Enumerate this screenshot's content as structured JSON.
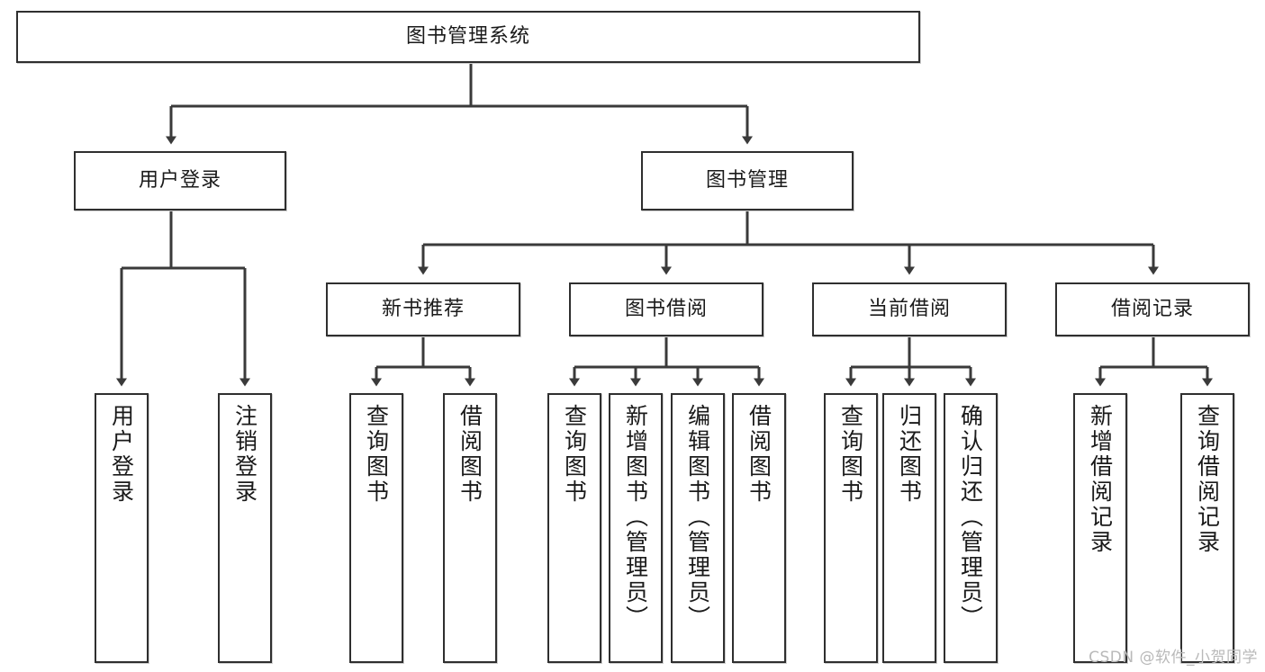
{
  "diagram": {
    "type": "tree-hierarchy",
    "title": "图书管理系统",
    "orientation": "top-down",
    "watermark": "CSDN @软件_小贺同学",
    "colors": {
      "box_border": "#2f2f2f",
      "box_fill": "#ffffff",
      "edge": "#3a3a3a",
      "text": "#1a1a1a",
      "watermark": "#b9b9b9"
    },
    "nodes": {
      "root": {
        "label": "图书管理系统",
        "level": 0
      },
      "level1": [
        {
          "id": "user-login",
          "label": "用户登录"
        },
        {
          "id": "book-manage",
          "label": "图书管理"
        }
      ],
      "level2": [
        {
          "id": "new-book-recommend",
          "label": "新书推荐"
        },
        {
          "id": "book-borrow",
          "label": "图书借阅"
        },
        {
          "id": "current-borrow",
          "label": "当前借阅"
        },
        {
          "id": "borrow-record",
          "label": "借阅记录"
        }
      ],
      "leaves": {
        "user-login": [
          {
            "id": "leaf-user-login",
            "label": "用户登录"
          },
          {
            "id": "leaf-logout-login",
            "label": "注销登录"
          }
        ],
        "new-book-recommend": [
          {
            "id": "leaf-query-book-1",
            "label": "查询图书"
          },
          {
            "id": "leaf-borrow-book-1",
            "label": "借阅图书"
          }
        ],
        "book-borrow": [
          {
            "id": "leaf-query-book-2",
            "label": "查询图书"
          },
          {
            "id": "leaf-add-book",
            "label": "新增图书（管理员）"
          },
          {
            "id": "leaf-edit-book",
            "label": "编辑图书（管理员）"
          },
          {
            "id": "leaf-borrow-book-2",
            "label": "借阅图书"
          }
        ],
        "current-borrow": [
          {
            "id": "leaf-query-book-3",
            "label": "查询图书"
          },
          {
            "id": "leaf-return-book",
            "label": "归还图书"
          },
          {
            "id": "leaf-confirm-return",
            "label": "确认归还（管理员）"
          }
        ],
        "borrow-record": [
          {
            "id": "leaf-add-record",
            "label": "新增借阅记录"
          },
          {
            "id": "leaf-query-record",
            "label": "查询借阅记录"
          }
        ]
      }
    }
  }
}
